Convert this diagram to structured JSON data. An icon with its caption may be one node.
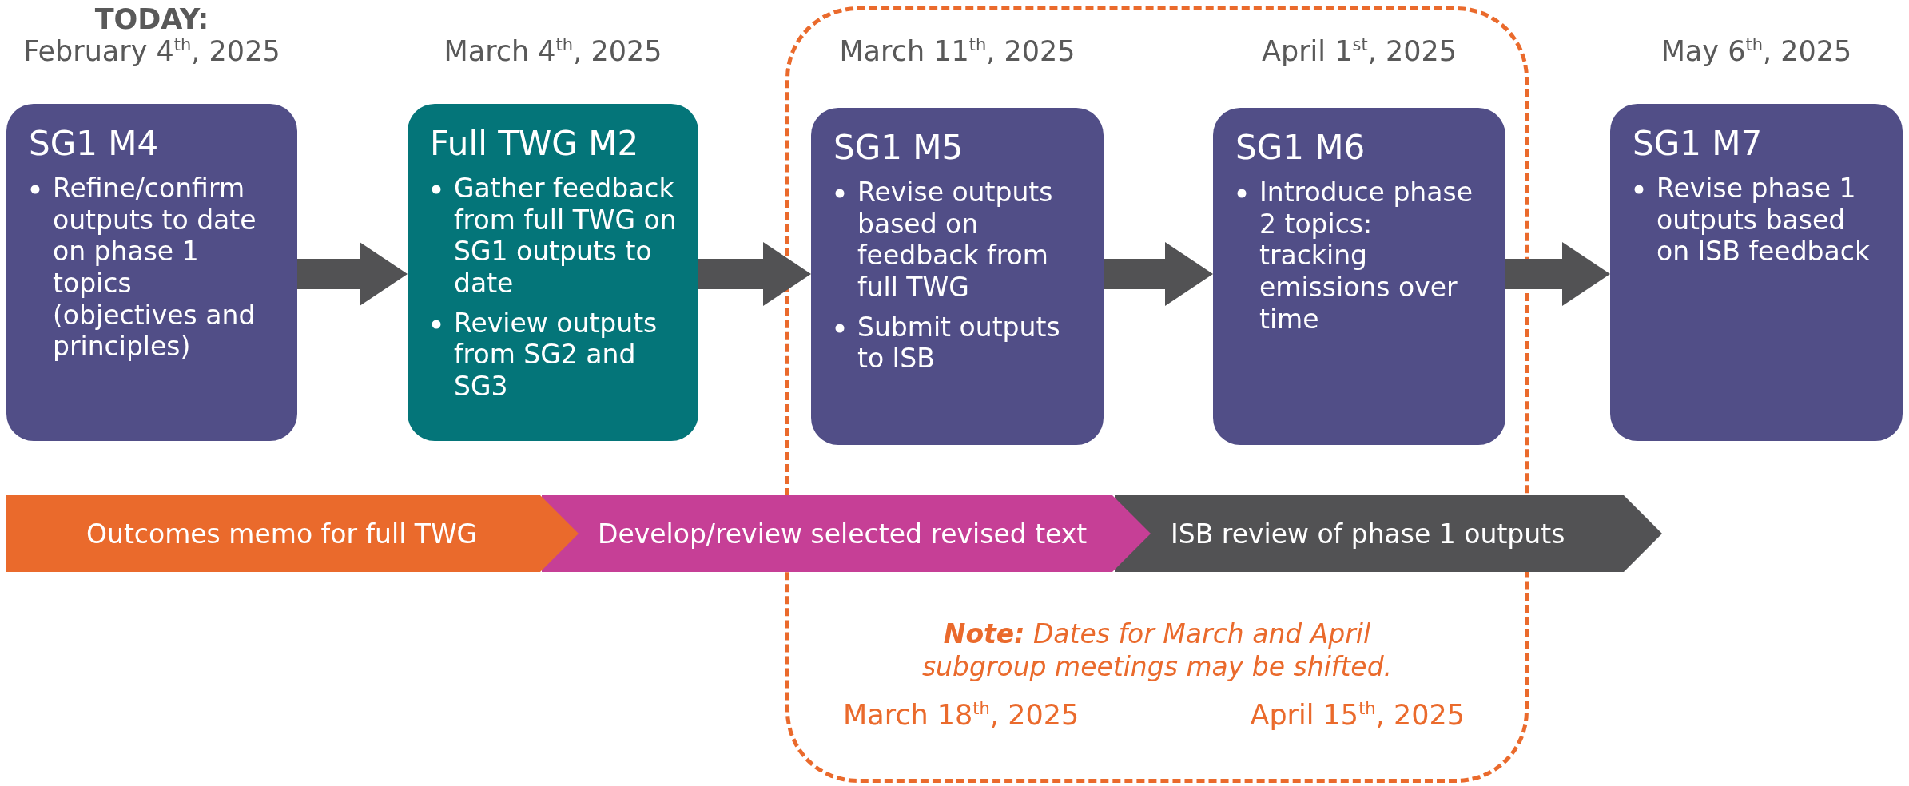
{
  "diagram": {
    "nodes": [
      {
        "text": [
          "SG1 M4",
          "Refine/confirm outputs to date on phase 1 topics (objectives and principles)"
        ],
        "beside": [
          "TODAY:",
          "February 4$^{th}$, 2025"
        ]
      },
      {
        "text": [
          "Full TWG M2",
          "Gather feedback from full TWG on SG1 outputs to date",
          "Review outputs from SG2 and SG3"
        ],
        "beside": [
          "March 4$^{th}$, 2025"
        ]
      },
      {
        "text": [
          "**Note:** Dates for March and April subgroup meetings may be shifted.",
          "March 18$^{th}$, 2025",
          "April 15$^{th}$, 2025"
        ]
      },
      {
        "text": [
          "SG1 M5",
          "Revise outputs based on feedback from full TWG",
          "Submit outputs to ISB"
        ],
        "in": 2,
        "beside": [
          "March 11$^{th}$, 2025"
        ]
      },
      {
        "text": [
          "SG1 M6",
          "Introduce phase 2 topics: tracking emissions over time"
        ],
        "in": 2,
        "beside": [
          "April 1$^{st}$, 2025"
        ]
      },
      {
        "text": [
          "SG1 M7",
          "Revise phase 1 outputs based on ISB feedback"
        ],
        "beside": [
          "May 6$^{th}$, 2025"
        ]
      },
      {
        "text": [
          "Outcomes memo for full TWG"
        ]
      },
      {
        "text": [
          "Develop/review selected revised text"
        ]
      },
      {
        "text": [
          "ISB review of phase 1 outputs"
        ]
      }
    ],
    "edges": [
      {
        "from": 0,
        "to": 1,
        "arrow": "to"
      },
      {
        "from": 1,
        "to": 3,
        "arrow": "to"
      },
      {
        "from": 3,
        "to": 4,
        "arrow": "to"
      },
      {
        "from": 4,
        "to": 5,
        "arrow": "to"
      }
    ]
  }
}
